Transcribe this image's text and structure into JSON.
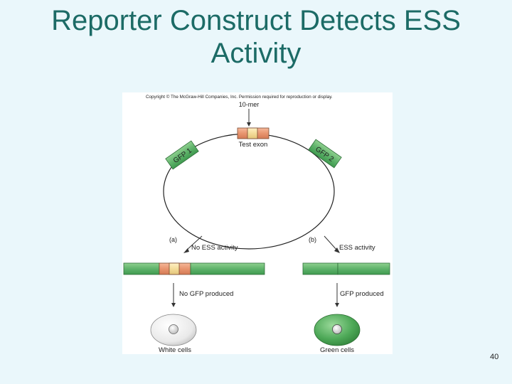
{
  "slide": {
    "title_line1": "Reporter Construct Detects ESS",
    "title_line2": "Activity",
    "page_number": "40"
  },
  "figure": {
    "copyright": "Copyright © The McGraw-Hill Companies, Inc. Permission required for reproduction or display.",
    "tenmer_label": "10-mer",
    "test_exon_label": "Test exon",
    "gfp1_label": "GFP 1",
    "gfp2_label": "GFP 2",
    "panel_a_label": "(a)",
    "panel_b_label": "(b)",
    "no_ess_label": "No ESS activity",
    "ess_label": "ESS activity",
    "no_gfp_label": "No GFP produced",
    "gfp_label": "GFP produced",
    "white_cells_label": "White cells",
    "green_cells_label": "Green cells"
  },
  "colors": {
    "title": "#1c6b66",
    "background": "#eaf7fb",
    "gfp_green": "#5fb36b",
    "exon_salmon": "#e8956f",
    "tenmer_yellow": "#f4dc9a",
    "green_cell": "#3a9a43"
  }
}
